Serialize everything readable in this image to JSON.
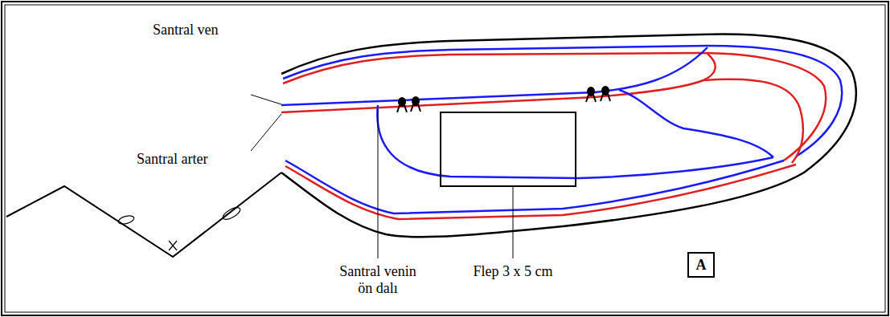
{
  "diagram": {
    "nodes": [
      {
        "text": [
          "A"
        ]
      }
    ],
    "labels": [
      "Santral ven",
      "Santral arter",
      "Santral venin ön dalı",
      "Flep 3 x 5 cm"
    ]
  }
}
